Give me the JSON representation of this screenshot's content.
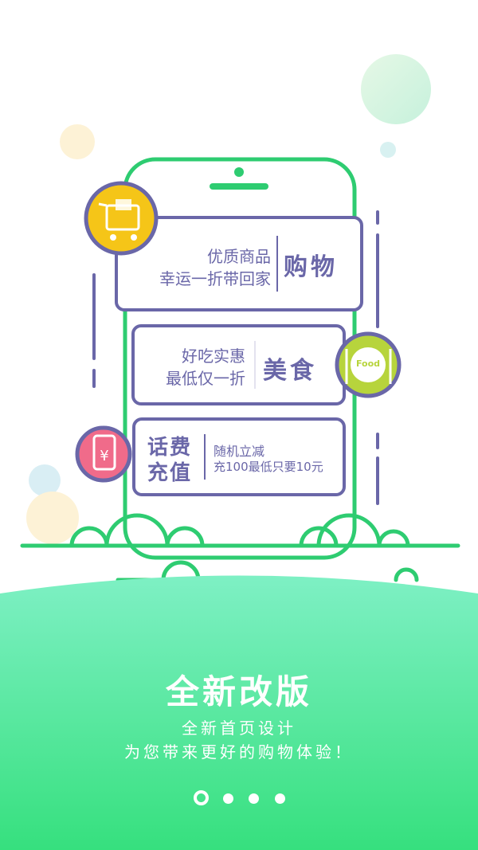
{
  "cards": {
    "shopping": {
      "line1": "优质商品",
      "line2": "幸运一折带回家",
      "title": "购物"
    },
    "food": {
      "line1": "好吃实惠",
      "line2": "最低仅一折",
      "title": "美食",
      "badge": "Food"
    },
    "recharge": {
      "title_line1": "话费",
      "title_line2": "充值",
      "line1": "随机立减",
      "line2": "充100最低只要10元"
    }
  },
  "intro": {
    "headline": "全新改版",
    "sub_line1": "全新首页设计",
    "sub_line2": "为您带来更好的购物体验！"
  },
  "pager": {
    "count": 4,
    "current": 1
  },
  "icons": {
    "cart": "shopping-cart-icon",
    "plate": "food-plate-icon",
    "phone": "yuan-phone-icon"
  },
  "colors": {
    "green": "#2ecc71",
    "purple": "#6a67a8",
    "yellow": "#f5c518",
    "lime": "#b7d43c",
    "pink": "#f06b8a"
  }
}
